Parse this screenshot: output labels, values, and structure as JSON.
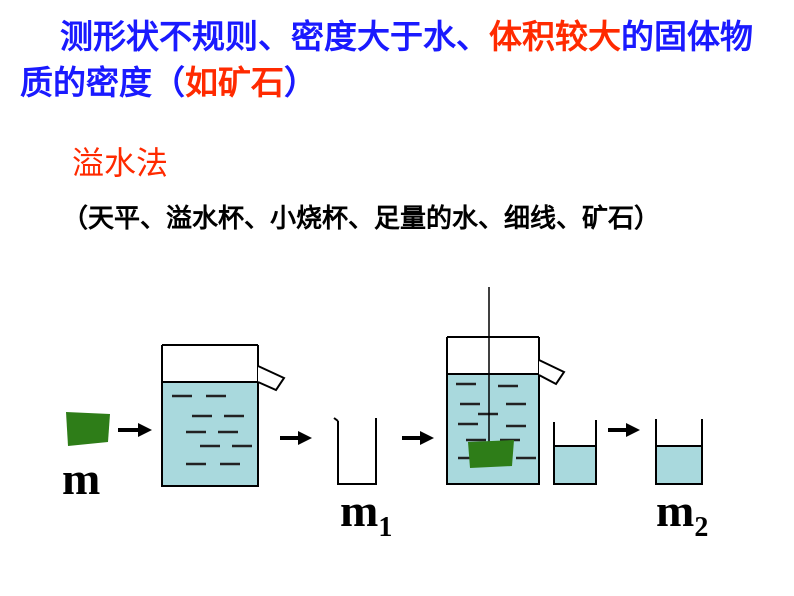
{
  "title": {
    "part1": "测形状不规则、密度大于水、",
    "part2_red": "体积较大",
    "part3": "的固体物质的密度（",
    "part4_red": "如矿石",
    "part5": "）"
  },
  "method": "溢水法",
  "tools": "（天平、溢水杯、小烧杯、足量的水、细线、矿石）",
  "labels": {
    "m": "m",
    "m1": "m",
    "m1_sub": "1",
    "m2": "m",
    "m2_sub": "2"
  },
  "colors": {
    "title_blue": "#1a1aff",
    "highlight_red": "#ff2a00",
    "water": "#a9d9dd",
    "ore": "#2e7d18"
  }
}
